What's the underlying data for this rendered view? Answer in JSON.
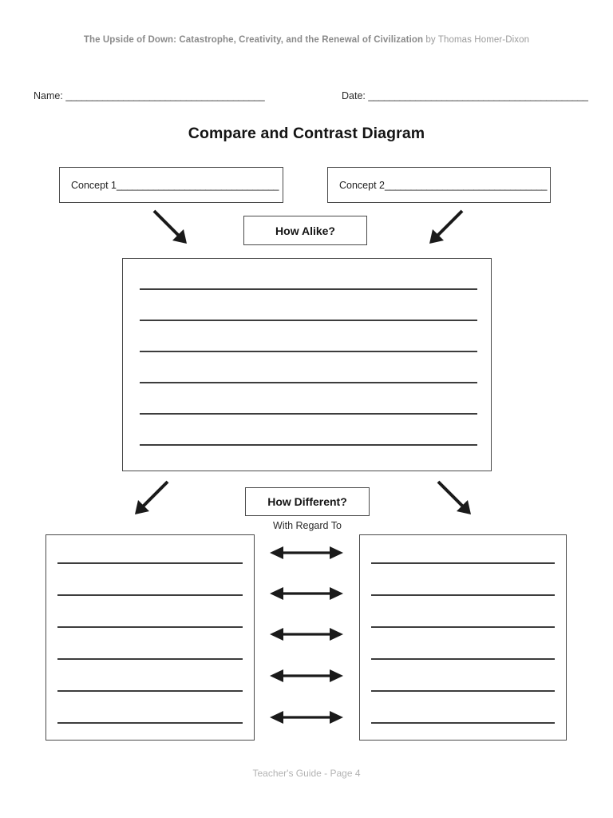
{
  "header": {
    "book_title": "The Upside of Down: Catastrophe, Creativity, and the Renewal of Civilization",
    "book_author": "by Thomas Homer-Dixon"
  },
  "form": {
    "name_label": "Name:",
    "name_rule": "______________________________________",
    "date_label": "Date:",
    "date_rule": "__________________________________________"
  },
  "page_title": "Compare and Contrast Diagram",
  "concepts": [
    {
      "label": "Concept 1",
      "rule": "_______________________________"
    },
    {
      "label": "Concept 2",
      "rule": "_______________________________"
    }
  ],
  "labels": {
    "how_alike": "How Alike?",
    "how_different": "How Different?",
    "with_regard_to": "With Regard To"
  },
  "alike_box": {
    "line_count": 6
  },
  "difference_boxes": [
    {
      "side": "left",
      "line_count": 6
    },
    {
      "side": "right",
      "line_count": 6
    }
  ],
  "connector_arrows": {
    "top_left": "arrow-down-right",
    "top_right": "arrow-down-left",
    "bottom_left": "arrow-down-left",
    "bottom_right": "arrow-down-right",
    "middle_count": 5,
    "middle_type": "double-headed-horizontal-arrow"
  },
  "footer": "Teacher's Guide - Page 4",
  "colors": {
    "page_background": "#ffffff",
    "ink": "#1a1a1a",
    "border": "#4a4a4a",
    "rule_line": "#3d3d3d",
    "muted_text": "#8d8d8d",
    "footer_text": "#b3b3b3"
  }
}
